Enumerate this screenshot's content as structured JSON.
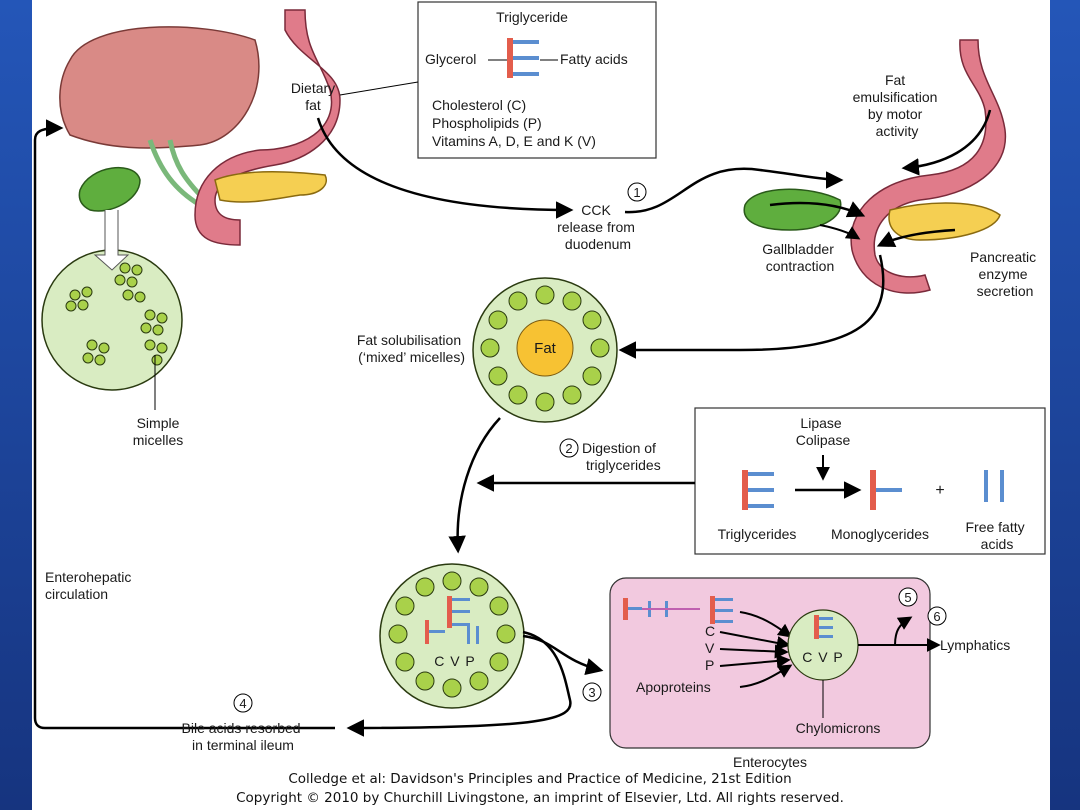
{
  "triglyceride_box": {
    "title": "Triglyceride",
    "glycerol": "Glycerol",
    "fatty_acids": "Fatty acids",
    "lines": [
      "Cholesterol (C)",
      "Phospholipids (P)",
      "Vitamins A, D, E and K (V)"
    ]
  },
  "dietary_fat": [
    "Dietary",
    "fat"
  ],
  "step1": {
    "number": "1",
    "lines": [
      "CCK",
      "release from",
      "duodenum"
    ]
  },
  "fat_emulsification": [
    "Fat",
    "emulsification",
    "by motor",
    "activity"
  ],
  "gallbladder_contraction": [
    "Gallbladder",
    "contraction"
  ],
  "pancreatic": [
    "Pancreatic",
    "enzyme",
    "secretion"
  ],
  "fat_solubilisation": [
    "Fat solubilisation",
    "(‘mixed’ micelles)"
  ],
  "fat_core": "Fat",
  "simple_micelles": [
    "Simple",
    "micelles"
  ],
  "step2": {
    "number": "2",
    "lines": [
      "Digestion of",
      "triglycerides"
    ]
  },
  "lipase_box": {
    "enzymes": [
      "Lipase",
      "Colipase"
    ],
    "plus": "+",
    "triglycerides": "Triglycerides",
    "monoglycerides": "Monoglycerides",
    "free_fatty_acids": [
      "Free fatty",
      "acids"
    ]
  },
  "enterohepatic": [
    "Enterohepatic",
    "circulation"
  ],
  "cvp": "C V P",
  "step3": "3",
  "step4": "4",
  "bile_acids": [
    "Bile acids resorbed",
    "in terminal ileum"
  ],
  "enterocyte_box": {
    "step5": "5",
    "c": "C",
    "v": "V",
    "p": "P",
    "apoproteins": "Apoproteins",
    "cvp": "C V P",
    "chylomicrons": "Chylomicrons",
    "label": "Enterocytes"
  },
  "step6": "6",
  "lymphatics": "Lymphatics",
  "caption": [
    "Colledge et al: Davidson's Principles and Practice of Medicine, 21st Edition",
    "Copyright © 2010 by Churchill Livingstone, an imprint of Elsevier, Ltd. All rights reserved."
  ],
  "colors": {
    "liver": "#d98a86",
    "stomach": "#e07b8a",
    "gallbladder": "#5fae3e",
    "pancreas": "#f5cf52",
    "micelle": "#a9d14a",
    "fat_core": "#f7c233",
    "glycerol_bar": "#e35d4c",
    "fatty_acid": "#5b8ed0",
    "enterocyte_bg": "#f2c9df",
    "background": "#1e3a8c"
  }
}
